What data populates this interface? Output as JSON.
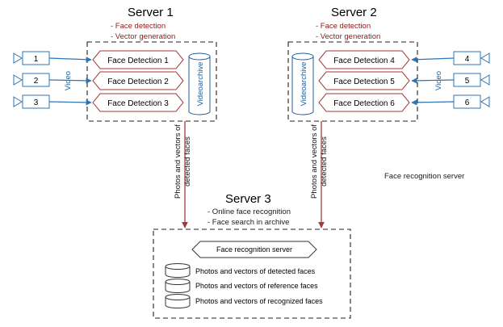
{
  "server1": {
    "title": "Server 1",
    "notes": [
      "- Face detection",
      "- Vector generation"
    ],
    "detectors": [
      "Face Detection 1",
      "Face Detection 2",
      "Face Detection 3"
    ],
    "video_label": "Video",
    "archive_label": "Videoarchive",
    "cameras": [
      "1",
      "2",
      "3"
    ]
  },
  "server2": {
    "title": "Server 2",
    "notes": [
      "- Face detection",
      "- Vector generation"
    ],
    "detectors": [
      "Face Detection 4",
      "Face Detection 5",
      "Face Detection 6"
    ],
    "video_label": "Video",
    "archive_label": "Videoarchive",
    "cameras": [
      "4",
      "5",
      "6"
    ]
  },
  "link_label_lines": [
    "Photos and vectors of",
    "detected faces"
  ],
  "floating_label": "Face recognition server",
  "server3": {
    "title": "Server 3",
    "notes": [
      "- Online face recognition",
      "- Face search in archive"
    ],
    "recognition_box": "Face recognition server",
    "databases": [
      "Photos and vectors of detected faces",
      "Photos and vectors of reference faces",
      "Photos and vectors of recognized faces"
    ]
  },
  "colors": {
    "detector_stroke": "#a33a3a",
    "camera_stroke": "#2e75b6",
    "arrow_red": "#a33a3a",
    "arrow_blue": "#2e75b6"
  }
}
